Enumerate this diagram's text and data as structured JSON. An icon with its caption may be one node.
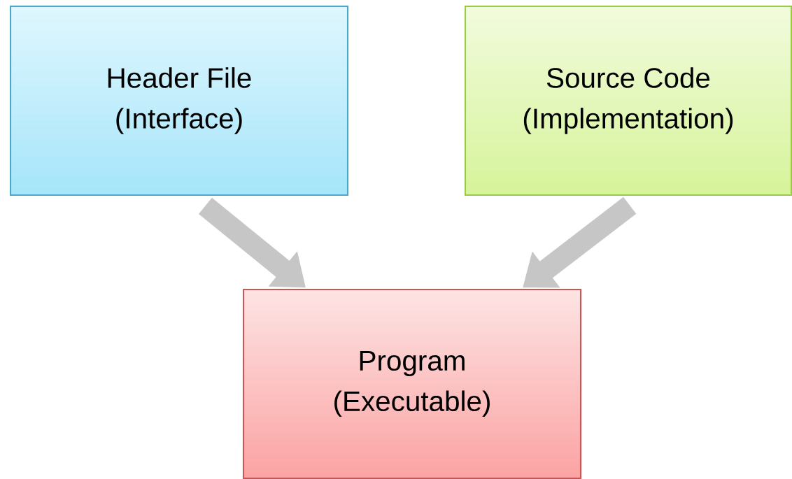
{
  "diagram": {
    "nodes": [
      {
        "text": [
          "Header File",
          "(Interface)"
        ]
      },
      {
        "text": [
          "Source Code",
          "(Implementation)"
        ]
      },
      {
        "text": [
          "Program",
          "(Executable)"
        ]
      }
    ],
    "edges": [
      {
        "from": 0,
        "to": 2,
        "arrow": "to"
      },
      {
        "from": 1,
        "to": 2,
        "arrow": "to"
      }
    ]
  }
}
